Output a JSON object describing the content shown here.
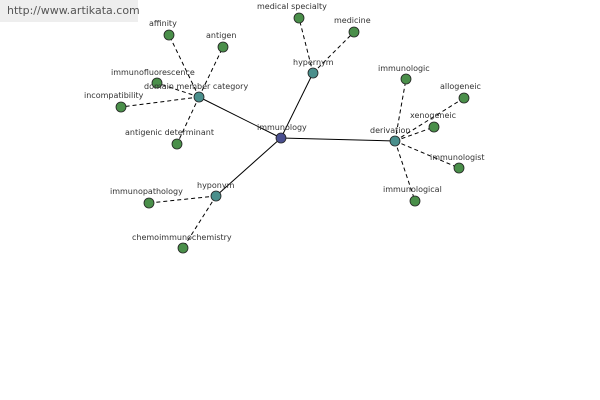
{
  "watermark": "http://www.artikata.com",
  "colors": {
    "center_node": "#4a4f8f",
    "category_node": "#4a8f8c",
    "leaf_node": "#4a8f4a",
    "node_stroke": "#222222",
    "edge": "#000000"
  },
  "nodes": [
    {
      "id": "immunology",
      "label": "immunology",
      "kind": "center"
    },
    {
      "id": "hypernym",
      "label": "hypernym",
      "kind": "category"
    },
    {
      "id": "domain_member_category",
      "label": "domain member category",
      "kind": "category"
    },
    {
      "id": "derivation",
      "label": "derivation",
      "kind": "category"
    },
    {
      "id": "hyponym",
      "label": "hyponym",
      "kind": "category"
    },
    {
      "id": "medical_specialty",
      "label": "medical specialty",
      "kind": "leaf"
    },
    {
      "id": "medicine",
      "label": "medicine",
      "kind": "leaf"
    },
    {
      "id": "affinity",
      "label": "affinity",
      "kind": "leaf"
    },
    {
      "id": "antigen",
      "label": "antigen",
      "kind": "leaf"
    },
    {
      "id": "immunofluorescence",
      "label": "immunofluorescence",
      "kind": "leaf"
    },
    {
      "id": "incompatibility",
      "label": "incompatibility",
      "kind": "leaf"
    },
    {
      "id": "antigenic_determinant",
      "label": "antigenic determinant",
      "kind": "leaf"
    },
    {
      "id": "immunologic",
      "label": "immunologic",
      "kind": "leaf"
    },
    {
      "id": "allogeneic",
      "label": "allogeneic",
      "kind": "leaf"
    },
    {
      "id": "xenogeneic",
      "label": "xenogeneic",
      "kind": "leaf"
    },
    {
      "id": "immunologist",
      "label": "immunologist",
      "kind": "leaf"
    },
    {
      "id": "immunological",
      "label": "immunological",
      "kind": "leaf"
    },
    {
      "id": "immunopathology",
      "label": "immunopathology",
      "kind": "leaf"
    },
    {
      "id": "chemoimmunochemistry",
      "label": "chemoimmunochemistry",
      "kind": "leaf"
    }
  ],
  "edges": [
    {
      "from": "immunology",
      "to": "hypernym",
      "style": "solid"
    },
    {
      "from": "immunology",
      "to": "domain_member_category",
      "style": "solid"
    },
    {
      "from": "immunology",
      "to": "derivation",
      "style": "solid"
    },
    {
      "from": "immunology",
      "to": "hyponym",
      "style": "solid"
    },
    {
      "from": "hypernym",
      "to": "medical_specialty",
      "style": "dashed"
    },
    {
      "from": "hypernym",
      "to": "medicine",
      "style": "dashed"
    },
    {
      "from": "domain_member_category",
      "to": "affinity",
      "style": "dashed"
    },
    {
      "from": "domain_member_category",
      "to": "antigen",
      "style": "dashed"
    },
    {
      "from": "domain_member_category",
      "to": "immunofluorescence",
      "style": "dashed"
    },
    {
      "from": "domain_member_category",
      "to": "incompatibility",
      "style": "dashed"
    },
    {
      "from": "domain_member_category",
      "to": "antigenic_determinant",
      "style": "dashed"
    },
    {
      "from": "derivation",
      "to": "immunologic",
      "style": "dashed"
    },
    {
      "from": "derivation",
      "to": "allogeneic",
      "style": "dashed"
    },
    {
      "from": "derivation",
      "to": "xenogeneic",
      "style": "dashed"
    },
    {
      "from": "derivation",
      "to": "immunologist",
      "style": "dashed"
    },
    {
      "from": "derivation",
      "to": "immunological",
      "style": "dashed"
    },
    {
      "from": "hyponym",
      "to": "immunopathology",
      "style": "dashed"
    },
    {
      "from": "hyponym",
      "to": "chemoimmunochemistry",
      "style": "dashed"
    }
  ]
}
